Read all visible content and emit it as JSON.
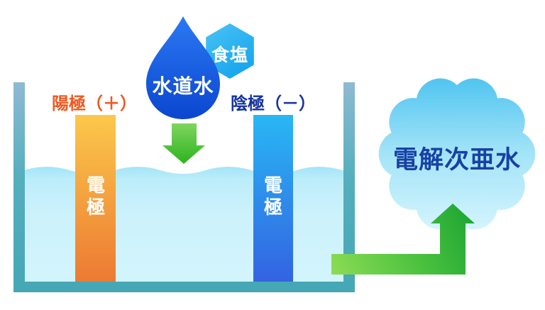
{
  "diagram": {
    "anode": {
      "label": "陽極（＋）",
      "electrode_label": "電極",
      "label_color": "#f1571d",
      "color_top": "#fcc84b",
      "color_bottom": "#ec7a33"
    },
    "cathode": {
      "label": "陰極（－）",
      "electrode_label": "電極",
      "label_color": "#15339f",
      "color_top": "#29b7f4",
      "color_bottom": "#3363e2"
    },
    "tap_water": {
      "label": "水道水",
      "color_top": "#2b79f4",
      "color_bottom": "#0b46cf"
    },
    "salt": {
      "label": "食塩",
      "color_top": "#45c0f5",
      "color_bottom": "#14a3ec"
    },
    "output": {
      "label": "電解次亜水",
      "label_color": "#1741a5",
      "cloud_color_top": "#4cc3f0",
      "cloud_color_bottom": "#d6f5fd"
    },
    "tank": {
      "frame_color_top": "#82b6d1",
      "frame_color_bottom": "#45a7b5",
      "water_color": "#cdf2fc",
      "water_crest_color": "#9fe3f6"
    },
    "arrows": {
      "input_arrow_color_top": "#7fd55f",
      "input_arrow_color_bottom": "#2db31f",
      "output_arrow_color_start": "#8edc55",
      "output_arrow_color_end": "#1fa634"
    }
  }
}
